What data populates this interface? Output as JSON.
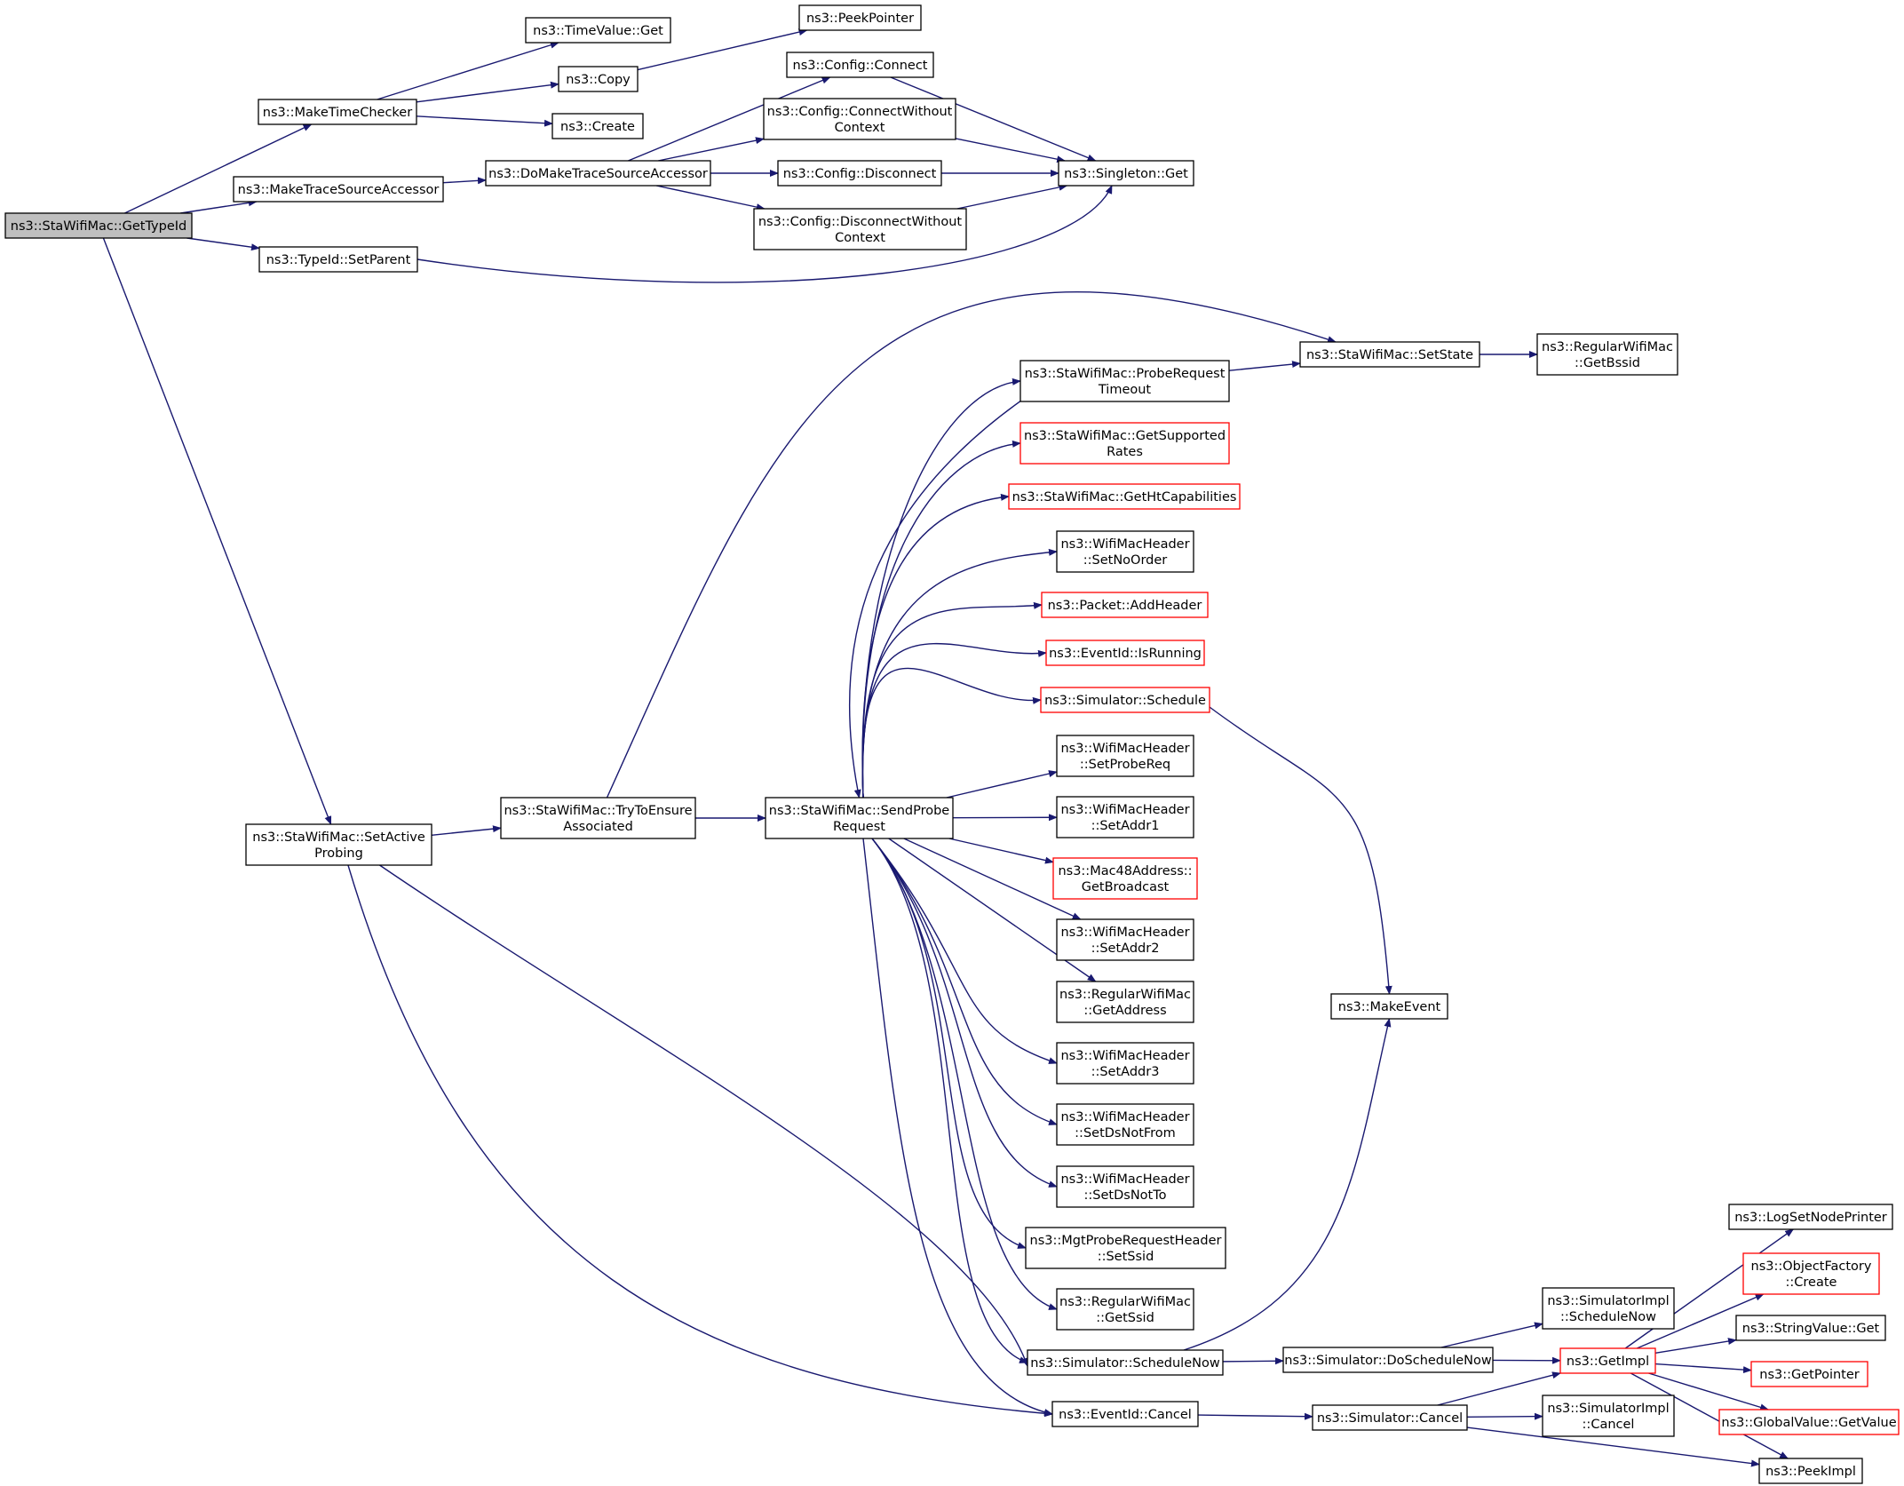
{
  "colors": {
    "background": "#ffffff",
    "edge": "#191970",
    "node_border": "#000000",
    "node_border_incomplete": "#ff0000",
    "root_fill": "#bfbfbf",
    "text": "#000000"
  },
  "nodes": [
    {
      "id": "gettypeid",
      "lines": [
        "ns3::StaWifiMac::GetTypeId"
      ],
      "style": "root"
    },
    {
      "id": "maketimechecker",
      "lines": [
        "ns3::MakeTimeChecker"
      ],
      "style": "normal"
    },
    {
      "id": "maketracesourceaccessor",
      "lines": [
        "ns3::MakeTraceSourceAccessor"
      ],
      "style": "normal"
    },
    {
      "id": "typeid-setparent",
      "lines": [
        "ns3::TypeId::SetParent"
      ],
      "style": "normal"
    },
    {
      "id": "setactiveprobing",
      "lines": [
        "ns3::StaWifiMac::SetActive",
        "Probing"
      ],
      "style": "normal"
    },
    {
      "id": "timevalue-get",
      "lines": [
        "ns3::TimeValue::Get"
      ],
      "style": "normal"
    },
    {
      "id": "copy",
      "lines": [
        "ns3::Copy"
      ],
      "style": "normal"
    },
    {
      "id": "create",
      "lines": [
        "ns3::Create"
      ],
      "style": "normal"
    },
    {
      "id": "peekpointer",
      "lines": [
        "ns3::PeekPointer"
      ],
      "style": "normal"
    },
    {
      "id": "domaketracesourceaccessor",
      "lines": [
        "ns3::DoMakeTraceSourceAccessor"
      ],
      "style": "normal"
    },
    {
      "id": "config-connect",
      "lines": [
        "ns3::Config::Connect"
      ],
      "style": "normal"
    },
    {
      "id": "config-connectwithoutcontext",
      "lines": [
        "ns3::Config::ConnectWithout",
        "Context"
      ],
      "style": "normal"
    },
    {
      "id": "config-disconnect",
      "lines": [
        "ns3::Config::Disconnect"
      ],
      "style": "normal"
    },
    {
      "id": "config-disconnectwithoutcontext",
      "lines": [
        "ns3::Config::DisconnectWithout",
        "Context"
      ],
      "style": "normal"
    },
    {
      "id": "singleton-get",
      "lines": [
        "ns3::Singleton::Get"
      ],
      "style": "normal"
    },
    {
      "id": "trytoensureassociated",
      "lines": [
        "ns3::StaWifiMac::TryToEnsure",
        "Associated"
      ],
      "style": "normal"
    },
    {
      "id": "sendproberequest",
      "lines": [
        "ns3::StaWifiMac::SendProbe",
        "Request"
      ],
      "style": "normal"
    },
    {
      "id": "proberequesttimeout",
      "lines": [
        "ns3::StaWifiMac::ProbeRequest",
        "Timeout"
      ],
      "style": "normal"
    },
    {
      "id": "setstate",
      "lines": [
        "ns3::StaWifiMac::SetState"
      ],
      "style": "normal"
    },
    {
      "id": "getbssid",
      "lines": [
        "ns3::RegularWifiMac",
        "::GetBssid"
      ],
      "style": "normal"
    },
    {
      "id": "getsupportedrates",
      "lines": [
        "ns3::StaWifiMac::GetSupported",
        "Rates"
      ],
      "style": "incomplete"
    },
    {
      "id": "gethtcapabilities",
      "lines": [
        "ns3::StaWifiMac::GetHtCapabilities"
      ],
      "style": "incomplete"
    },
    {
      "id": "setnoorder",
      "lines": [
        "ns3::WifiMacHeader",
        "::SetNoOrder"
      ],
      "style": "normal"
    },
    {
      "id": "addheader",
      "lines": [
        "ns3::Packet::AddHeader"
      ],
      "style": "incomplete"
    },
    {
      "id": "isrunning",
      "lines": [
        "ns3::EventId::IsRunning"
      ],
      "style": "incomplete"
    },
    {
      "id": "simulator-schedule",
      "lines": [
        "ns3::Simulator::Schedule"
      ],
      "style": "incomplete"
    },
    {
      "id": "setprobereq",
      "lines": [
        "ns3::WifiMacHeader",
        "::SetProbeReq"
      ],
      "style": "normal"
    },
    {
      "id": "setaddr1",
      "lines": [
        "ns3::WifiMacHeader",
        "::SetAddr1"
      ],
      "style": "normal"
    },
    {
      "id": "getbroadcast",
      "lines": [
        "ns3::Mac48Address::",
        "GetBroadcast"
      ],
      "style": "incomplete"
    },
    {
      "id": "setaddr2",
      "lines": [
        "ns3::WifiMacHeader",
        "::SetAddr2"
      ],
      "style": "normal"
    },
    {
      "id": "getaddress",
      "lines": [
        "ns3::RegularWifiMac",
        "::GetAddress"
      ],
      "style": "normal"
    },
    {
      "id": "setaddr3",
      "lines": [
        "ns3::WifiMacHeader",
        "::SetAddr3"
      ],
      "style": "normal"
    },
    {
      "id": "setdsnotfrom",
      "lines": [
        "ns3::WifiMacHeader",
        "::SetDsNotFrom"
      ],
      "style": "normal"
    },
    {
      "id": "setdsnotto",
      "lines": [
        "ns3::WifiMacHeader",
        "::SetDsNotTo"
      ],
      "style": "normal"
    },
    {
      "id": "setssid",
      "lines": [
        "ns3::MgtProbeRequestHeader",
        "::SetSsid"
      ],
      "style": "normal"
    },
    {
      "id": "getssid",
      "lines": [
        "ns3::RegularWifiMac",
        "::GetSsid"
      ],
      "style": "normal"
    },
    {
      "id": "schedulenow",
      "lines": [
        "ns3::Simulator::ScheduleNow"
      ],
      "style": "normal"
    },
    {
      "id": "eventid-cancel",
      "lines": [
        "ns3::EventId::Cancel"
      ],
      "style": "normal"
    },
    {
      "id": "makeevent",
      "lines": [
        "ns3::MakeEvent"
      ],
      "style": "normal"
    },
    {
      "id": "doschedulenow",
      "lines": [
        "ns3::Simulator::DoScheduleNow"
      ],
      "style": "normal"
    },
    {
      "id": "simulator-cancel",
      "lines": [
        "ns3::Simulator::Cancel"
      ],
      "style": "normal"
    },
    {
      "id": "impl-schedulenow",
      "lines": [
        "ns3::SimulatorImpl",
        "::ScheduleNow"
      ],
      "style": "normal"
    },
    {
      "id": "impl-cancel",
      "lines": [
        "ns3::SimulatorImpl",
        "::Cancel"
      ],
      "style": "normal"
    },
    {
      "id": "getimpl",
      "lines": [
        "ns3::GetImpl"
      ],
      "style": "incomplete"
    },
    {
      "id": "peekimpl",
      "lines": [
        "ns3::PeekImpl"
      ],
      "style": "normal"
    },
    {
      "id": "logsetnodeprinter",
      "lines": [
        "ns3::LogSetNodePrinter"
      ],
      "style": "normal"
    },
    {
      "id": "objectfactory-create",
      "lines": [
        "ns3::ObjectFactory",
        "::Create"
      ],
      "style": "incomplete"
    },
    {
      "id": "stringvalue-get",
      "lines": [
        "ns3::StringValue::Get"
      ],
      "style": "normal"
    },
    {
      "id": "getpointer",
      "lines": [
        "ns3::GetPointer"
      ],
      "style": "incomplete"
    },
    {
      "id": "globalvalue-getvalue",
      "lines": [
        "ns3::GlobalValue::GetValue"
      ],
      "style": "incomplete"
    }
  ],
  "edges": [
    {
      "from": "gettypeid",
      "to": "maketimechecker"
    },
    {
      "from": "gettypeid",
      "to": "maketracesourceaccessor"
    },
    {
      "from": "gettypeid",
      "to": "typeid-setparent"
    },
    {
      "from": "gettypeid",
      "to": "setactiveprobing"
    },
    {
      "from": "maketimechecker",
      "to": "timevalue-get"
    },
    {
      "from": "maketimechecker",
      "to": "copy"
    },
    {
      "from": "maketimechecker",
      "to": "create"
    },
    {
      "from": "copy",
      "to": "peekpointer"
    },
    {
      "from": "maketracesourceaccessor",
      "to": "domaketracesourceaccessor"
    },
    {
      "from": "domaketracesourceaccessor",
      "to": "config-connect"
    },
    {
      "from": "domaketracesourceaccessor",
      "to": "config-connectwithoutcontext"
    },
    {
      "from": "domaketracesourceaccessor",
      "to": "config-disconnect"
    },
    {
      "from": "domaketracesourceaccessor",
      "to": "config-disconnectwithoutcontext"
    },
    {
      "from": "config-connect",
      "to": "singleton-get"
    },
    {
      "from": "config-connectwithoutcontext",
      "to": "singleton-get"
    },
    {
      "from": "config-disconnect",
      "to": "singleton-get"
    },
    {
      "from": "config-disconnectwithoutcontext",
      "to": "singleton-get"
    },
    {
      "from": "typeid-setparent",
      "to": "singleton-get"
    },
    {
      "from": "setactiveprobing",
      "to": "trytoensureassociated"
    },
    {
      "from": "setactiveprobing",
      "to": "schedulenow"
    },
    {
      "from": "setactiveprobing",
      "to": "eventid-cancel"
    },
    {
      "from": "trytoensureassociated",
      "to": "sendproberequest"
    },
    {
      "from": "trytoensureassociated",
      "to": "setstate"
    },
    {
      "from": "sendproberequest",
      "to": "proberequesttimeout"
    },
    {
      "from": "sendproberequest",
      "to": "getsupportedrates"
    },
    {
      "from": "sendproberequest",
      "to": "gethtcapabilities"
    },
    {
      "from": "sendproberequest",
      "to": "setnoorder"
    },
    {
      "from": "sendproberequest",
      "to": "addheader"
    },
    {
      "from": "sendproberequest",
      "to": "isrunning"
    },
    {
      "from": "sendproberequest",
      "to": "simulator-schedule"
    },
    {
      "from": "sendproberequest",
      "to": "setprobereq"
    },
    {
      "from": "sendproberequest",
      "to": "setaddr1"
    },
    {
      "from": "sendproberequest",
      "to": "getbroadcast"
    },
    {
      "from": "sendproberequest",
      "to": "setaddr2"
    },
    {
      "from": "sendproberequest",
      "to": "getaddress"
    },
    {
      "from": "sendproberequest",
      "to": "setaddr3"
    },
    {
      "from": "sendproberequest",
      "to": "setdsnotfrom"
    },
    {
      "from": "sendproberequest",
      "to": "setdsnotto"
    },
    {
      "from": "sendproberequest",
      "to": "setssid"
    },
    {
      "from": "sendproberequest",
      "to": "getssid"
    },
    {
      "from": "sendproberequest",
      "to": "schedulenow"
    },
    {
      "from": "sendproberequest",
      "to": "eventid-cancel"
    },
    {
      "from": "proberequesttimeout",
      "to": "sendproberequest"
    },
    {
      "from": "proberequesttimeout",
      "to": "setstate"
    },
    {
      "from": "setstate",
      "to": "getbssid"
    },
    {
      "from": "simulator-schedule",
      "to": "makeevent"
    },
    {
      "from": "schedulenow",
      "to": "makeevent"
    },
    {
      "from": "schedulenow",
      "to": "doschedulenow"
    },
    {
      "from": "doschedulenow",
      "to": "impl-schedulenow"
    },
    {
      "from": "doschedulenow",
      "to": "getimpl"
    },
    {
      "from": "eventid-cancel",
      "to": "simulator-cancel"
    },
    {
      "from": "simulator-cancel",
      "to": "getimpl"
    },
    {
      "from": "simulator-cancel",
      "to": "impl-cancel"
    },
    {
      "from": "simulator-cancel",
      "to": "peekimpl"
    },
    {
      "from": "getimpl",
      "to": "logsetnodeprinter"
    },
    {
      "from": "getimpl",
      "to": "objectfactory-create"
    },
    {
      "from": "getimpl",
      "to": "stringvalue-get"
    },
    {
      "from": "getimpl",
      "to": "getpointer"
    },
    {
      "from": "getimpl",
      "to": "globalvalue-getvalue"
    },
    {
      "from": "getimpl",
      "to": "peekimpl"
    }
  ]
}
